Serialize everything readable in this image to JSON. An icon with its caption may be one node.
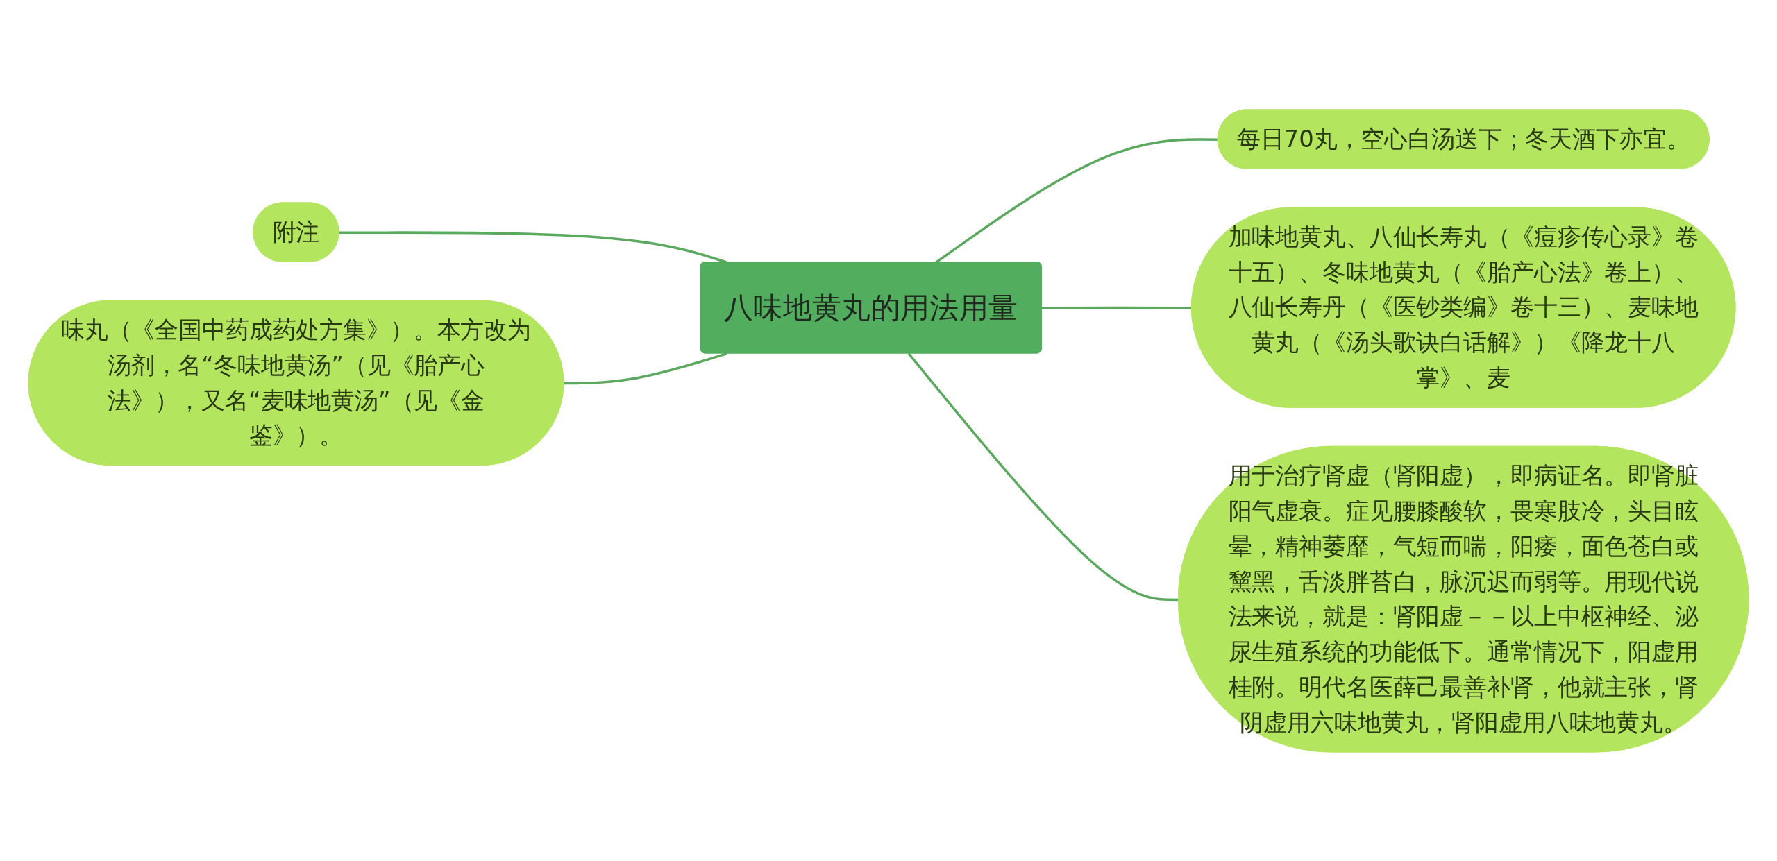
{
  "diagram": {
    "nodes": [
      {
        "text": [
          "八味地黄丸的用法用量"
        ]
      },
      {
        "text": [
          "附注"
        ]
      },
      {
        "text": [
          "味丸（《全国中药成药处方集》）。本方改为汤剂，名“冬味地黄汤”（见《胎产心法》），又名“麦味地黄汤”（见《金鉴》）。"
        ]
      },
      {
        "text": [
          "每日70丸，空心白汤送下；冬天酒下亦宜。"
        ]
      },
      {
        "text": [
          "加味地黄丸、八仙长寿丸（《痘疹传心录》卷十五）、冬味地黄丸（《胎产心法》卷上）、八仙长寿丹（《医钞类编》卷十三）、麦味地黄丸（《汤头歌诀白话解》）《降龙十八掌》、麦"
        ]
      },
      {
        "text": [
          "用于治疗肾虚（肾阳虚），即病证名。即肾脏阳气虚衰。症见腰膝酸软，畏寒肢冷，头目眩晕，精神萎靡，气短而喘，阳痿，面色苍白或黧黑，舌淡胖苔白，脉沉迟而弱等。用现代说法来说，就是：肾阳虚－－以上中枢神经、泌尿生殖系统的功能低下。通常情况下，阳虚用桂附。明代名医薛己最善补肾，他就主张，肾阴虚用六味地黄丸，肾阳虚用八味地黄丸。"
        ]
      }
    ],
    "edges": [
      {
        "from": 1,
        "to": 0,
        "arrow": "none"
      },
      {
        "from": 2,
        "to": 0,
        "arrow": "none"
      },
      {
        "from": 0,
        "to": 3,
        "arrow": "none"
      },
      {
        "from": 0,
        "to": 4,
        "arrow": "none"
      },
      {
        "from": 0,
        "to": 5,
        "arrow": "none"
      }
    ]
  }
}
